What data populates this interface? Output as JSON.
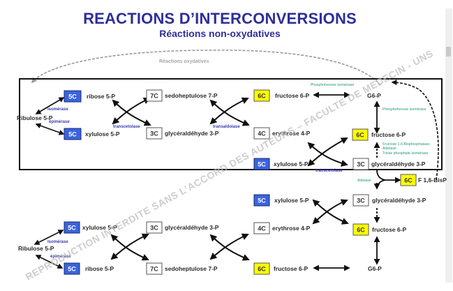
{
  "header": {
    "title": "REACTIONS D’INTERCONVERSIONS",
    "subtitle": "Réactions non-oxydatives"
  },
  "oxidative_loop_label": "Réactions oxydatives",
  "colors": {
    "title": "#2e2e9a",
    "box_5c": "#3a63e0",
    "box_6c": "#ffff00",
    "box_plain": "#ffffff",
    "enzyme_blue": "#3a3aa8",
    "enzyme_green": "#1f9a7a"
  },
  "watermark": "REPRODUCTION INTERDITE SANS L’ACCORD DES AUTEURS – FACULTE DE MEDECIN - UNS",
  "top_panel": {
    "ribulose": "Ribulose 5-P",
    "isomerase": "Isomérase",
    "epimerase": "épimérase",
    "ribose": {
      "badge": "5C",
      "label": "ribose 5-P"
    },
    "xylulose_a": {
      "badge": "5C",
      "label": "xylulose 5-P"
    },
    "sedoheptulose": {
      "badge": "7C",
      "label": "sedoheptulose 7-P"
    },
    "glyceraldehyde_a": {
      "badge": "3C",
      "label": "glycéraldéhyde 3-P"
    },
    "transcetolase_a": "transcetolase",
    "fructose_a": {
      "badge": "6C",
      "label": "fructose 6-P"
    },
    "erythrose": {
      "badge": "4C",
      "label": "erythrose 4-P"
    },
    "transaldolase": "transaldolase",
    "phi_a": "Phosphohexose isomérase",
    "g6p": "G6-P",
    "phi_b": "Phosphohexose isomérase",
    "fructose_b": {
      "badge": "6C",
      "label": "fructose 6-P"
    },
    "enzymes_green": [
      "Fructose 1,6-Bisphosphatase",
      "Aldolase",
      "Triose phosphate isomérase"
    ],
    "xylulose_b": {
      "badge": "5C",
      "label": "xylulose 5-P"
    },
    "glyceraldehyde_b": {
      "badge": "3C",
      "label": "glycéraldéhyde 3-P"
    },
    "transcetolase_b": "transcetolase"
  },
  "middle": {
    "aldolase": "Aldolase",
    "fbp": {
      "badge": "6C",
      "label": "F 1,6-BisP"
    }
  },
  "bottom_panel": {
    "xylulose_c": {
      "badge": "5C",
      "label": "xylulose 5-P"
    },
    "glyceraldehyde_c": {
      "badge": "3C",
      "label": "glycéraldéhyde 3-P"
    },
    "erythrose": {
      "badge": "4C",
      "label": "erythrose 4-P"
    },
    "fructose_c": {
      "badge": "6C",
      "label": "fructose 6-P"
    },
    "xylulose_d": {
      "badge": "5C",
      "label": "xylulose 5-P"
    },
    "glyceraldehyde_d": {
      "badge": "3C",
      "label": "glycéraldéhyde 3-P"
    },
    "ribulose": "Ribulose 5-P",
    "isomerase": "Isomérase",
    "epimerase": "épimérase",
    "ribose": {
      "badge": "5C",
      "label": "ribose 5-P"
    },
    "sedoheptulose": {
      "badge": "7C",
      "label": "sedoheptulose 7-P"
    },
    "fructose_d": {
      "badge": "6C",
      "label": "fructose 6-P"
    },
    "g6p": "G6-P"
  }
}
